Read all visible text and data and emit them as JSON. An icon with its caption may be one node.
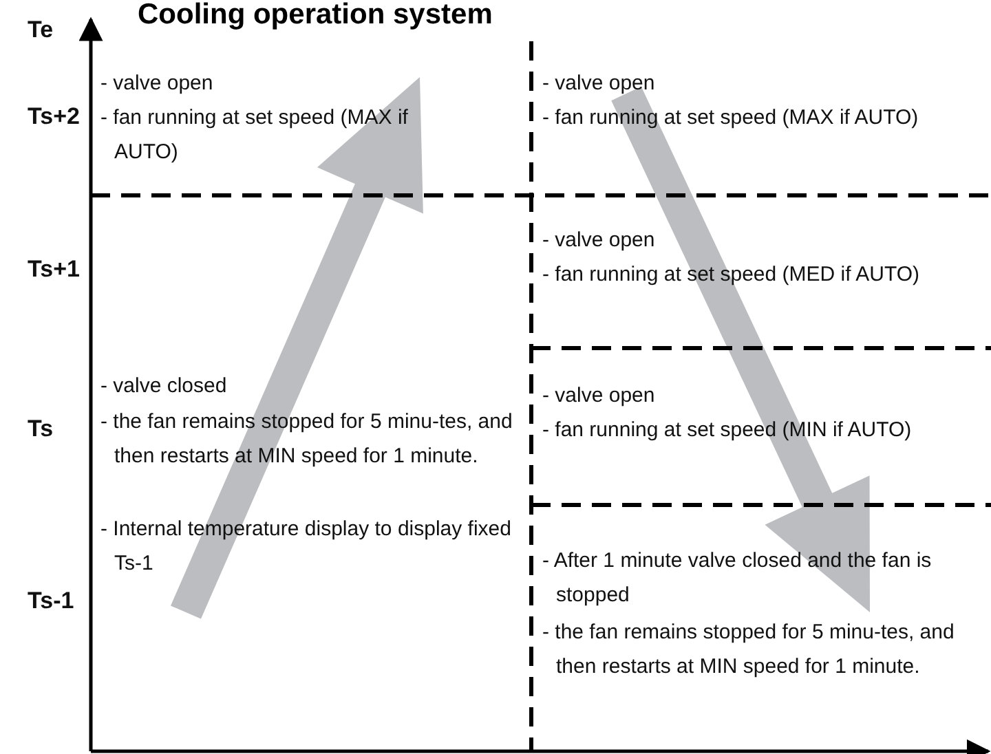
{
  "diagram": {
    "title": "Cooling operation system",
    "labels": [
      "Te",
      "Ts+2",
      "Ts+1",
      "Ts",
      "Ts-1",
      "- valve open",
      "- fan running at set speed (MAX if AUTO)",
      "- valve closed",
      "- the fan remains stopped for 5 minu-tes, and then restarts at MIN speed for 1 minute.",
      "- Internal temperature display to display fixed Ts-1",
      "- valve open",
      "- fan running at set speed (MAX if AUTO)",
      "- valve open",
      "- fan running at set speed (MED if AUTO)",
      "- valve open",
      "- fan running at set speed (MIN if AUTO)",
      "- After 1 minute valve closed and the fan is stopped",
      "- the fan remains stopped for 5 minu-tes, and then restarts at MIN speed for 1 minute."
    ]
  }
}
